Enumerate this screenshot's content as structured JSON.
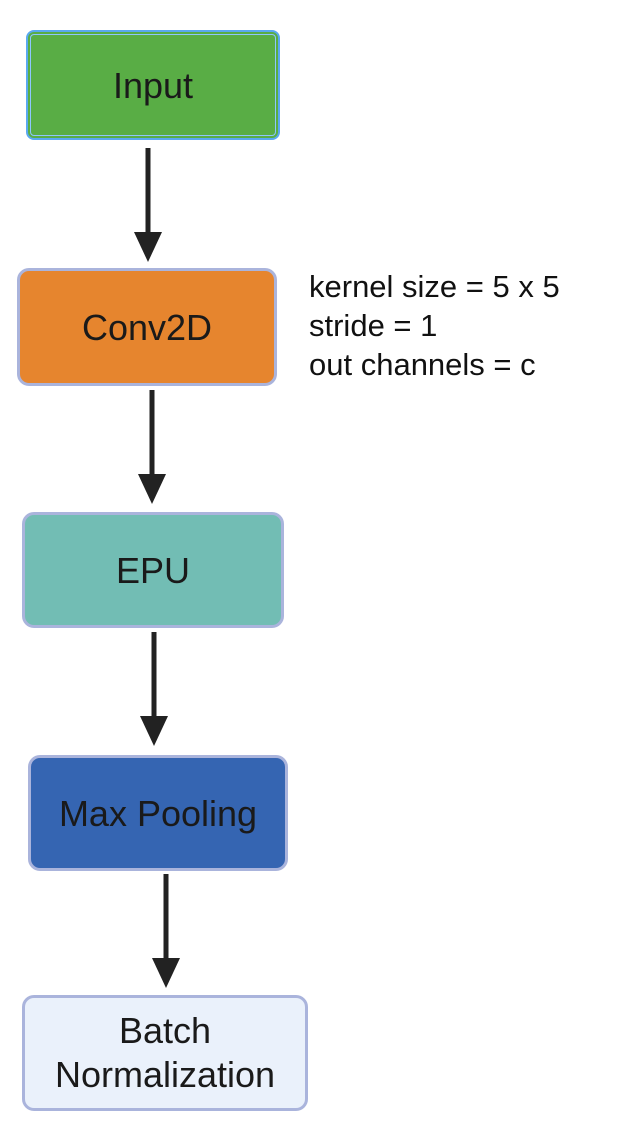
{
  "nodes": {
    "input": {
      "label": "Input",
      "fill": "#59ad45"
    },
    "conv2d": {
      "label": "Conv2D",
      "fill": "#e6852e"
    },
    "epu": {
      "label": "EPU",
      "fill": "#72bdb4"
    },
    "max_pooling": {
      "label": "Max Pooling",
      "fill": "#3565b2"
    },
    "batch_normalization": {
      "line1": "Batch",
      "line2": "Normalization",
      "fill": "#eaf1fb"
    }
  },
  "annotation": {
    "line1": "kernel size = 5 x 5",
    "line2": "stride = 1",
    "line3": "out channels = c"
  },
  "colors": {
    "node_border": "#aab4dc",
    "arrow": "#222222"
  }
}
